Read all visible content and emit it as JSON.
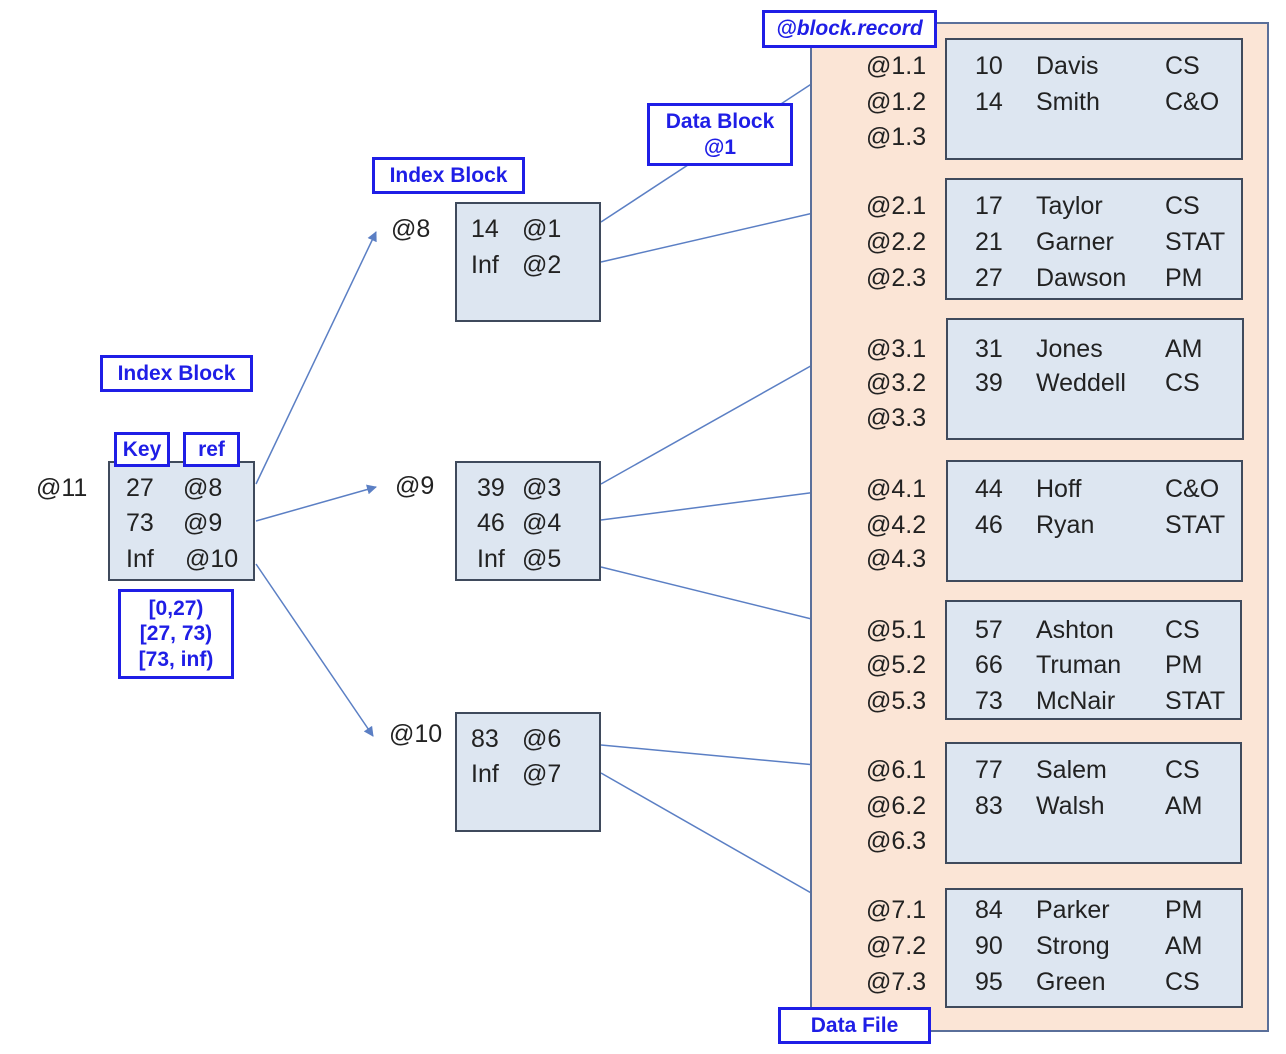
{
  "labels": {
    "block_record": "@block.record",
    "data_block": "Data Block\n@1",
    "index_block_mid": "Index Block",
    "index_block_root": "Index Block",
    "key": "Key",
    "ref": "ref",
    "ranges": "[0,27)\n[27, 73)\n[73, inf)",
    "data_file": "Data File"
  },
  "root": {
    "address": "@11",
    "entries": [
      {
        "key": "27",
        "ref": "@8"
      },
      {
        "key": "73",
        "ref": "@9"
      },
      {
        "key": "Inf",
        "ref": "@10"
      }
    ]
  },
  "index_nodes": [
    {
      "address": "@8",
      "entries": [
        {
          "key": "14",
          "ref": "@1"
        },
        {
          "key": "Inf",
          "ref": "@2"
        }
      ]
    },
    {
      "address": "@9",
      "entries": [
        {
          "key": "39",
          "ref": "@3"
        },
        {
          "key": "46",
          "ref": "@4"
        },
        {
          "key": "Inf",
          "ref": "@5"
        }
      ]
    },
    {
      "address": "@10",
      "entries": [
        {
          "key": "83",
          "ref": "@6"
        },
        {
          "key": "Inf",
          "ref": "@7"
        }
      ]
    }
  ],
  "data_blocks": [
    {
      "slots": [
        "@1.1",
        "@1.2",
        "@1.3"
      ],
      "records": [
        [
          "10",
          "Davis",
          "CS"
        ],
        [
          "14",
          "Smith",
          "C&O"
        ]
      ]
    },
    {
      "slots": [
        "@2.1",
        "@2.2",
        "@2.3"
      ],
      "records": [
        [
          "17",
          "Taylor",
          "CS"
        ],
        [
          "21",
          "Garner",
          "STAT"
        ],
        [
          "27",
          "Dawson",
          "PM"
        ]
      ]
    },
    {
      "slots": [
        "@3.1",
        "@3.2",
        "@3.3"
      ],
      "records": [
        [
          "31",
          "Jones",
          "AM"
        ],
        [
          "39",
          "Weddell",
          "CS"
        ]
      ]
    },
    {
      "slots": [
        "@4.1",
        "@4.2",
        "@4.3"
      ],
      "records": [
        [
          "44",
          "Hoff",
          "C&O"
        ],
        [
          "46",
          "Ryan",
          "STAT"
        ]
      ]
    },
    {
      "slots": [
        "@5.1",
        "@5.2",
        "@5.3"
      ],
      "records": [
        [
          "57",
          "Ashton",
          "CS"
        ],
        [
          "66",
          "Truman",
          "PM"
        ],
        [
          "73",
          "McNair",
          "STAT"
        ]
      ]
    },
    {
      "slots": [
        "@6.1",
        "@6.2",
        "@6.3"
      ],
      "records": [
        [
          "77",
          "Salem",
          "CS"
        ],
        [
          "83",
          "Walsh",
          "AM"
        ]
      ]
    },
    {
      "slots": [
        "@7.1",
        "@7.2",
        "@7.3"
      ],
      "records": [
        [
          "84",
          "Parker",
          "PM"
        ],
        [
          "90",
          "Strong",
          "AM"
        ],
        [
          "95",
          "Green",
          "CS"
        ]
      ]
    }
  ],
  "colors": {
    "label_border": "#1f1ee6",
    "box_fill": "#dde6f1",
    "data_file_fill": "#fbe5d6",
    "arrow": "#5b7fc4"
  }
}
